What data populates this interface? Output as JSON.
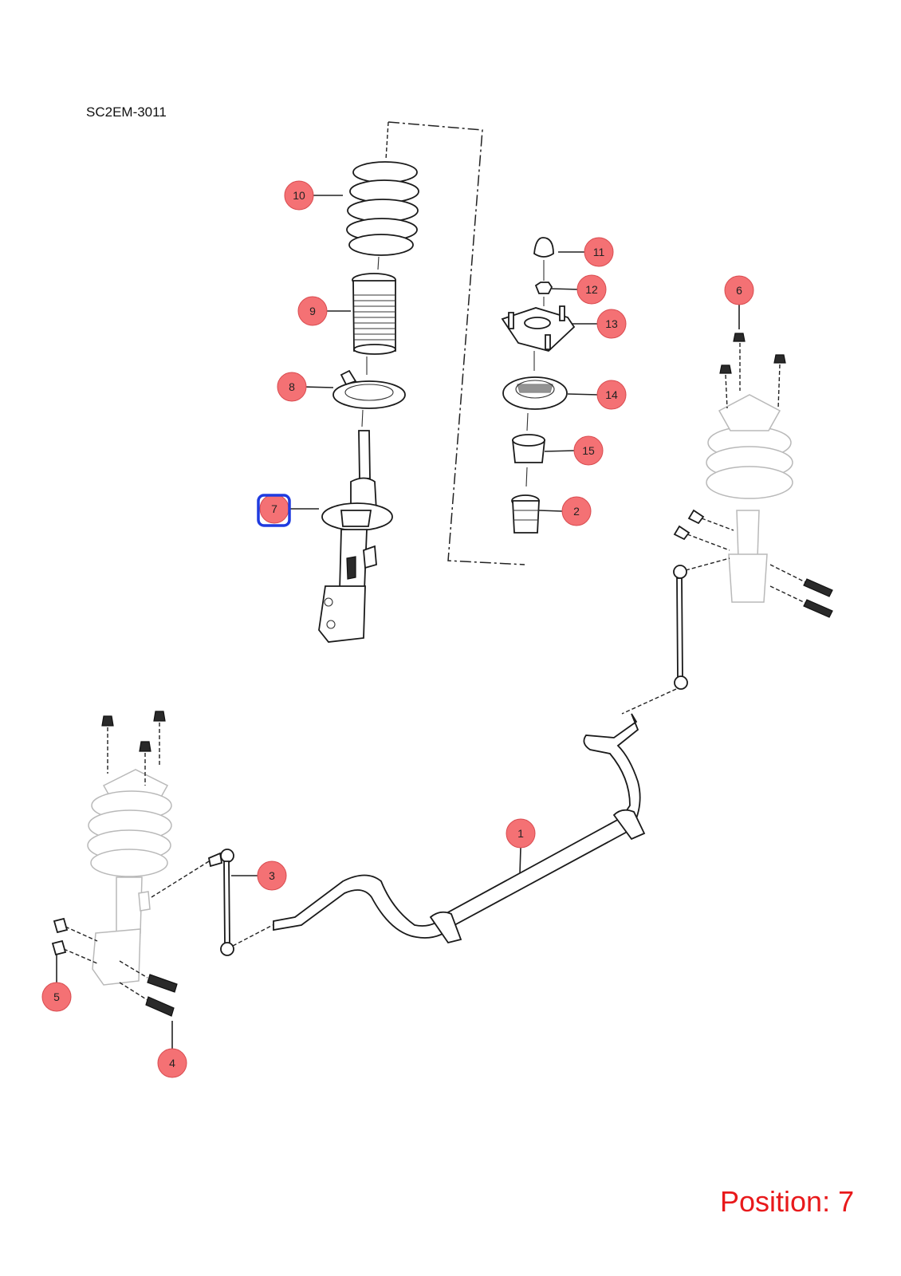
{
  "diagram_code": "SC2EM-3011",
  "position_label": "Position: 7",
  "selected_part": "7",
  "colors": {
    "callout_fill": "#f47174",
    "selection_ring": "#1f3be0",
    "position_text": "#e8191b"
  },
  "callouts": [
    "1",
    "2",
    "3",
    "4",
    "5",
    "6",
    "7",
    "8",
    "9",
    "10",
    "11",
    "12",
    "13",
    "14",
    "15"
  ]
}
